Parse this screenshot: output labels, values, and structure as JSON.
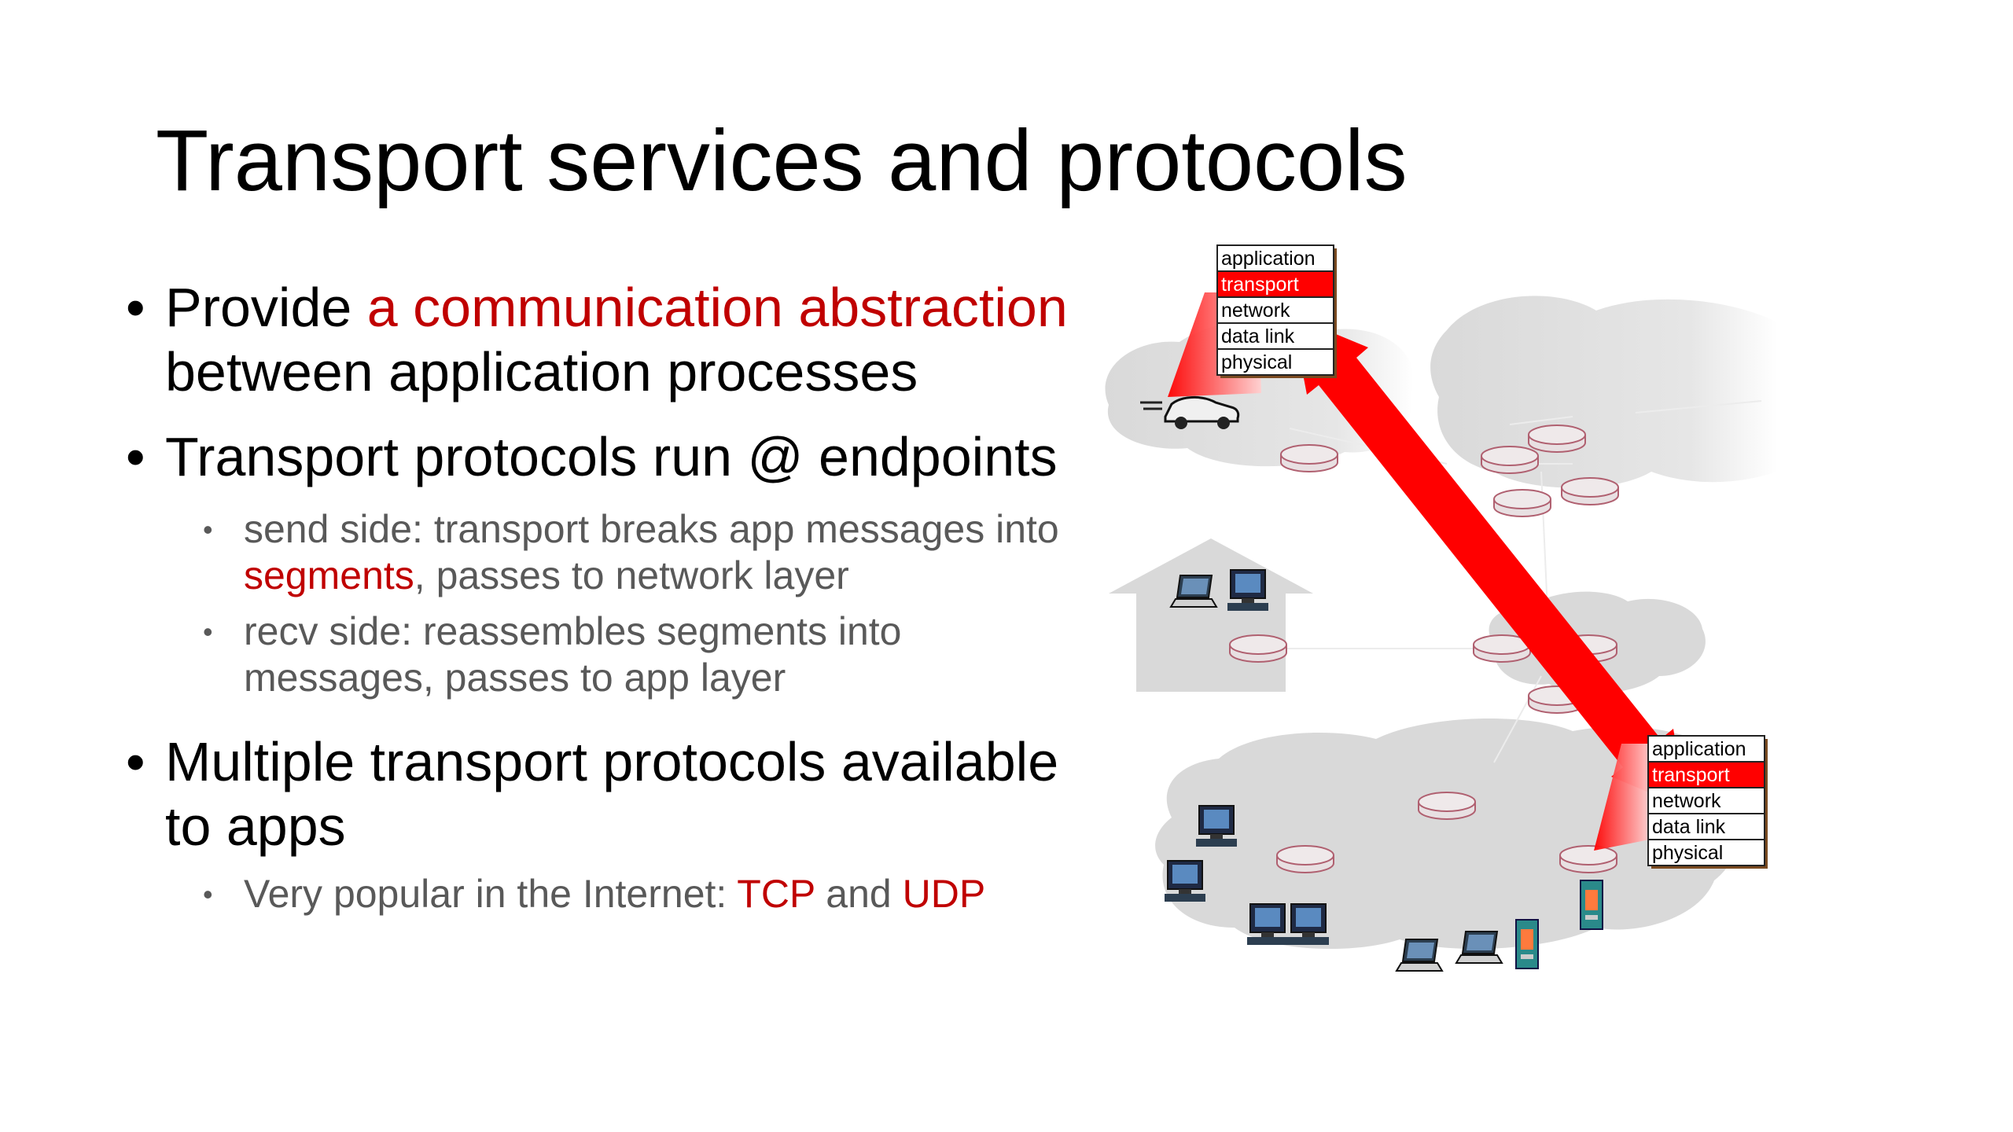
{
  "title": "Transport services and protocols",
  "bullets": {
    "b1": {
      "prefix": "Provide ",
      "highlight": "a communication abstraction",
      "suffix": " between application processes"
    },
    "b2": {
      "text": "Transport protocols run @ endpoints",
      "sub1": {
        "prefix": "send side: transport breaks app messages into ",
        "highlight": "segments",
        "suffix": ", passes to network layer"
      },
      "sub2": {
        "text": "recv side: reassembles segments into messages, passes to app layer"
      }
    },
    "b3": {
      "text": "Multiple transport protocols available to apps",
      "sub1": {
        "prefix": "Very popular in the Internet: ",
        "tcp": "TCP",
        "mid": " and ",
        "udp": "UDP"
      }
    }
  },
  "diagram": {
    "stack_layers": [
      "application",
      "transport",
      "network",
      "data link",
      "physical"
    ],
    "highlight_layer": "transport",
    "colors": {
      "highlight": "#ff0000",
      "arrow": "#ff0000",
      "cloud": "#d9d9d9",
      "router": "#e8e0e2",
      "router_stroke": "#b06070",
      "accent_text": "#c00000",
      "sub_text": "#595959"
    },
    "icons": [
      "car-icon",
      "laptop-icon",
      "desktop-icon",
      "server-icon",
      "router-icon",
      "house-icon"
    ]
  }
}
